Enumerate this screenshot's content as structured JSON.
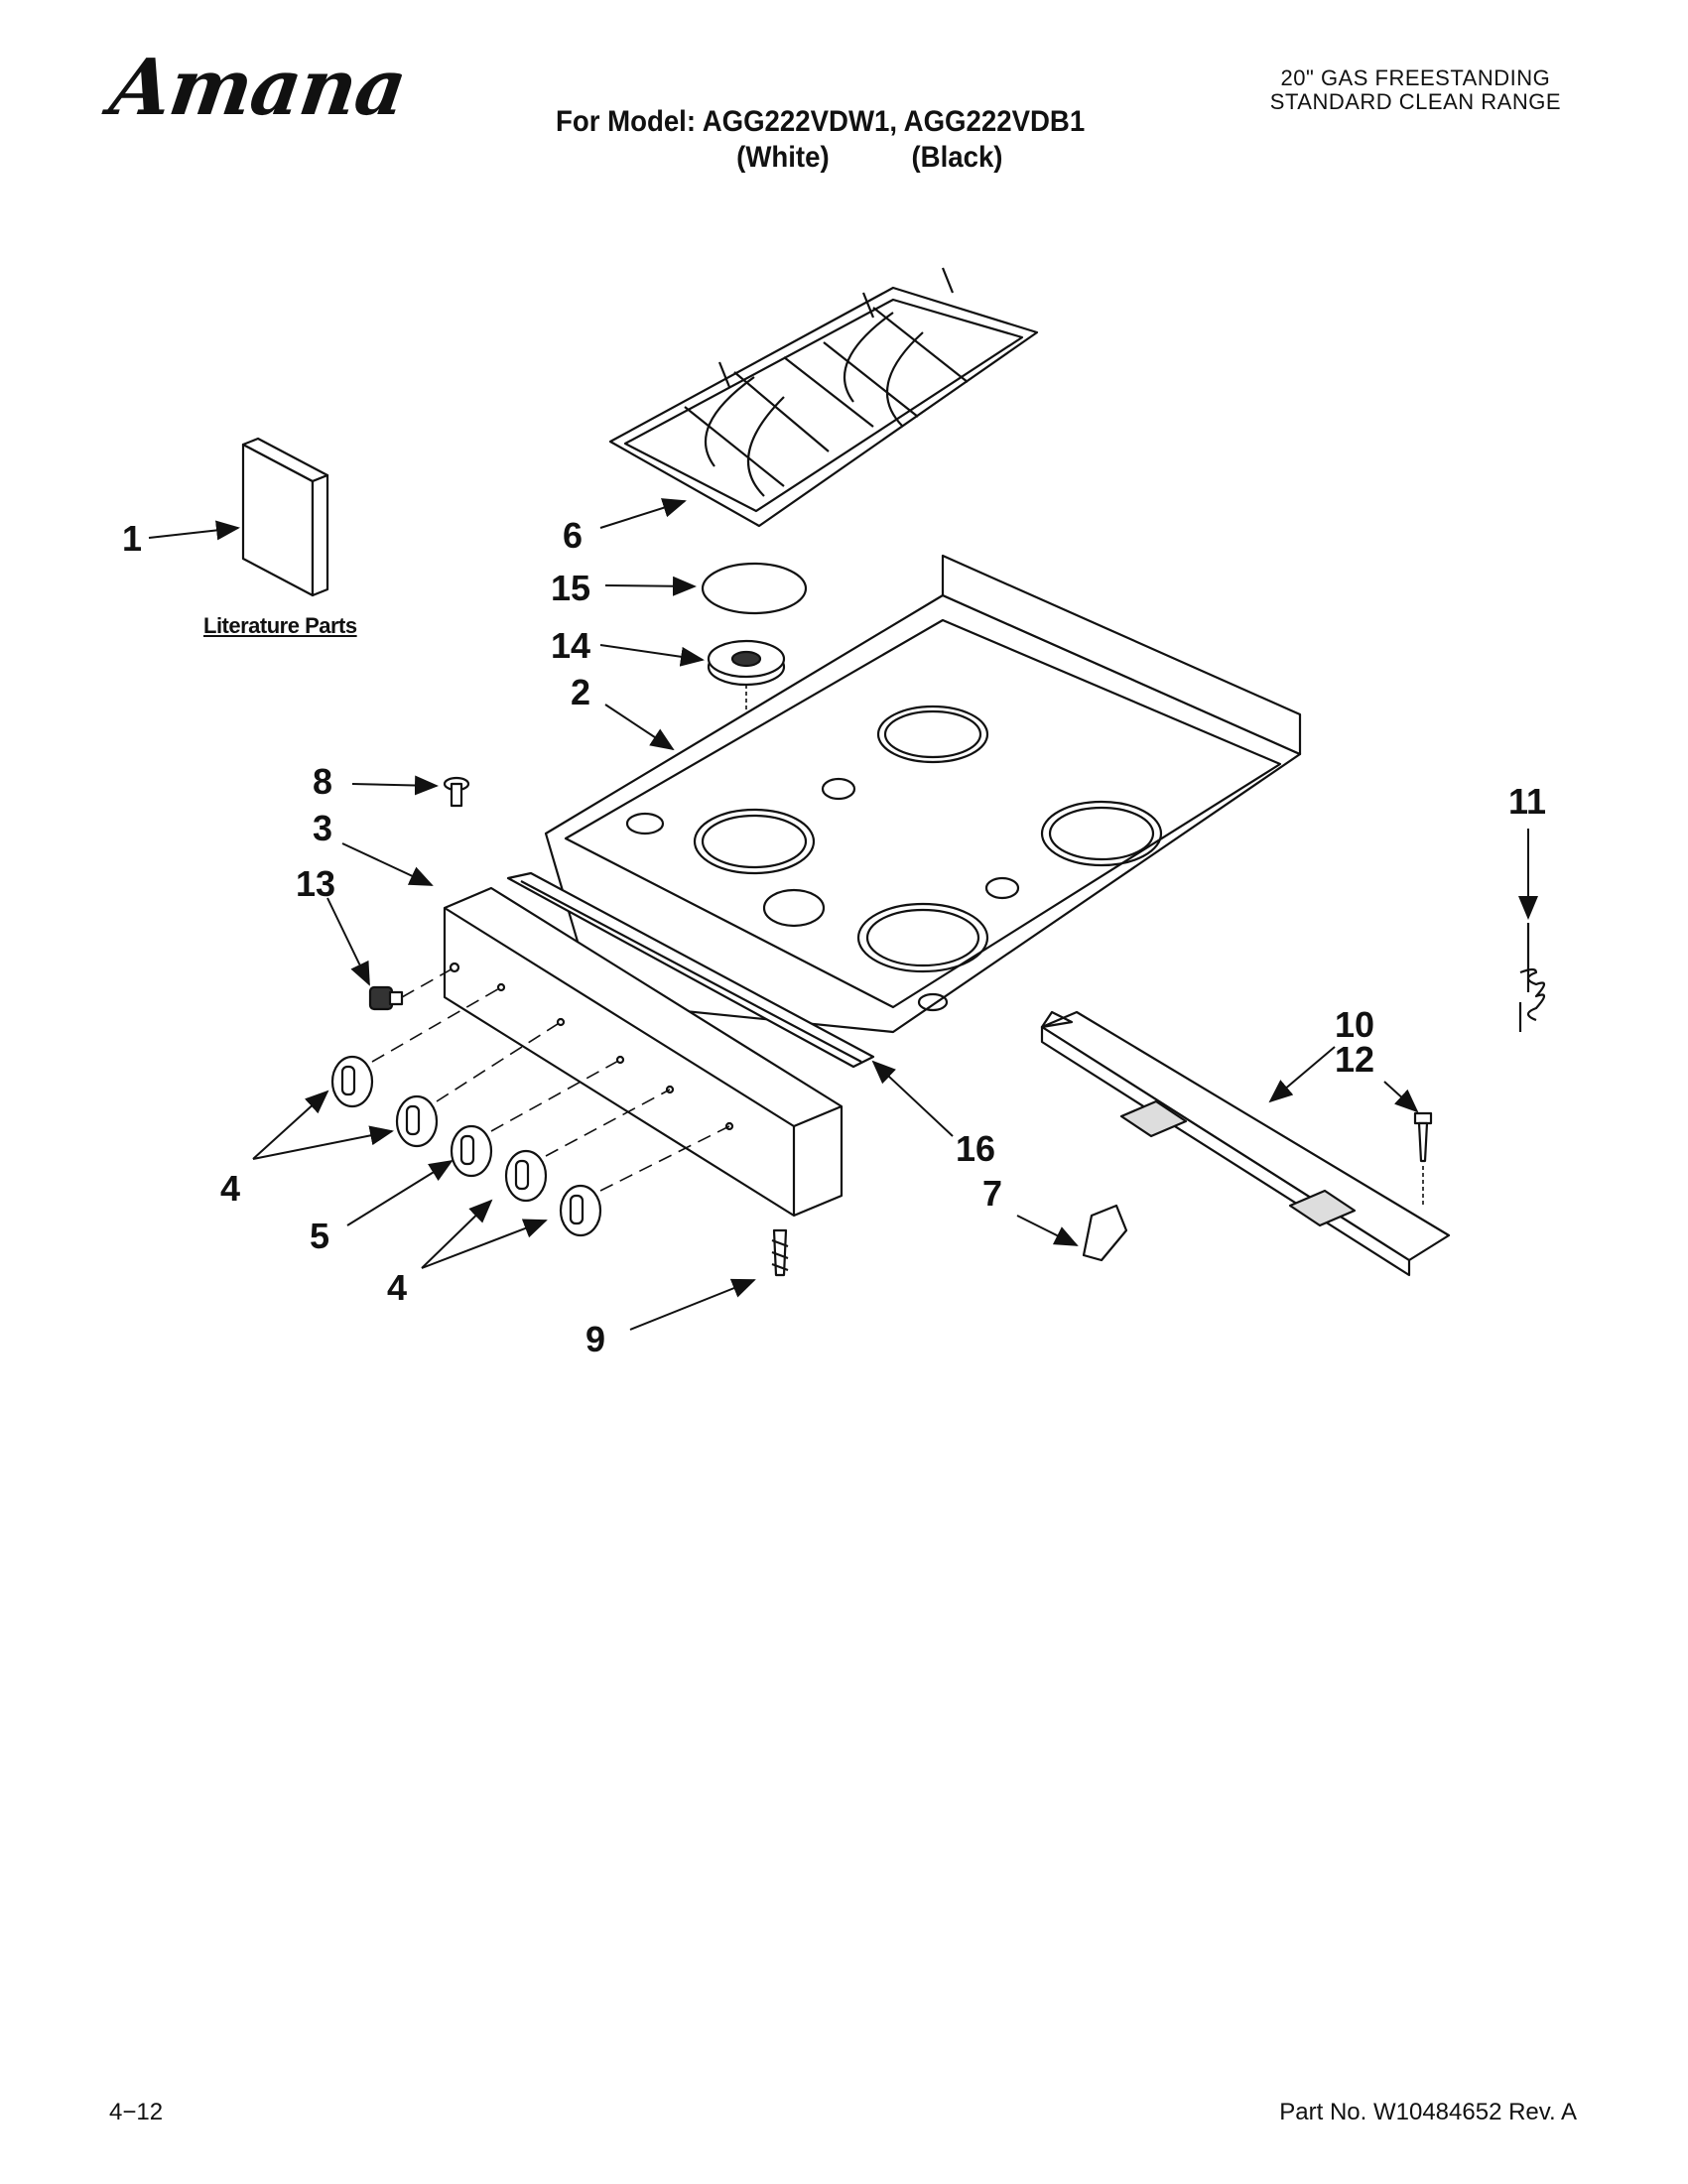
{
  "header": {
    "brand": "Amana",
    "model_line": "For Model: AGG222VDW1, AGG222VDB1",
    "variant_white": "(White)",
    "variant_black": "(Black)",
    "title_line1": "20\" GAS FREESTANDING",
    "title_line2": "STANDARD CLEAN RANGE"
  },
  "diagram": {
    "literature_label": "Literature Parts",
    "callouts": {
      "c1": "1",
      "c2": "2",
      "c3": "3",
      "c4a": "4",
      "c4b": "4",
      "c5": "5",
      "c6": "6",
      "c7": "7",
      "c8": "8",
      "c9": "9",
      "c10": "10",
      "c11": "11",
      "c12": "12",
      "c13": "13",
      "c14": "14",
      "c15": "15",
      "c16": "16"
    }
  },
  "footer": {
    "page": "4−12",
    "part_no": "Part No. W10484652 Rev. A"
  }
}
